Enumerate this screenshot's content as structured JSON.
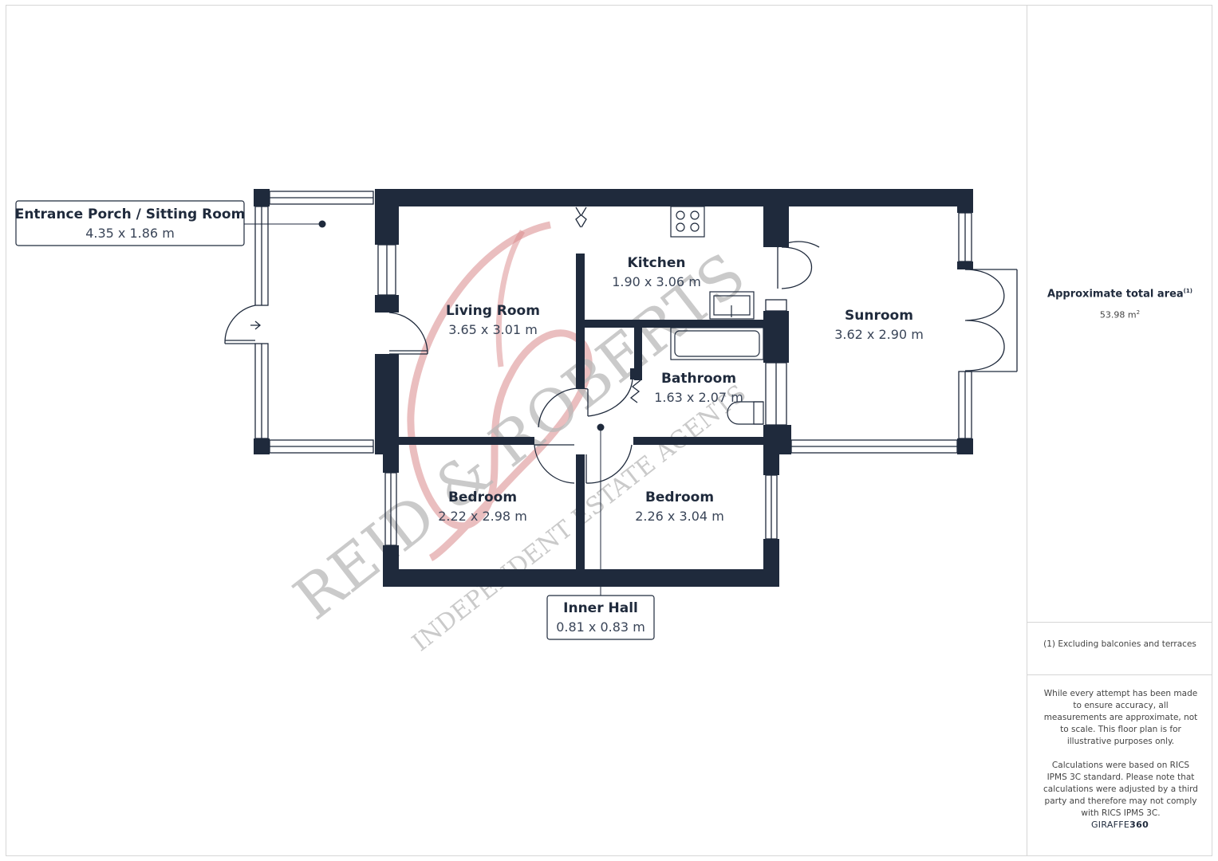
{
  "rooms": {
    "porch": {
      "name": "Entrance Porch / Sitting Room",
      "dims": "4.35 x 1.86 m"
    },
    "living": {
      "name": "Living Room",
      "dims": "3.65 x 3.01 m"
    },
    "kitchen": {
      "name": "Kitchen",
      "dims": "1.90 x 3.06 m"
    },
    "bathroom": {
      "name": "Bathroom",
      "dims": "1.63 x 2.07 m"
    },
    "sunroom": {
      "name": "Sunroom",
      "dims": "3.62 x 2.90 m"
    },
    "bedroom1": {
      "name": "Bedroom",
      "dims": "2.22 x 2.98 m"
    },
    "bedroom2": {
      "name": "Bedroom",
      "dims": "2.26 x 3.04 m"
    },
    "innerhall": {
      "name": "Inner Hall",
      "dims": "0.81 x 0.83 m"
    }
  },
  "sidebar": {
    "area_title": "Approximate total area",
    "area_sup": "(1)",
    "area_value": "53.98 m",
    "area_unit_sup": "2",
    "exclusion_note": "(1) Excluding balconies and terraces",
    "disclaimer_1": "While every attempt has been made to ensure accuracy, all measurements are approximate, not to scale. This floor plan is for illustrative purposes only.",
    "disclaimer_2": "Calculations were based on RICS IPMS 3C standard. Please note that calculations were adjusted by a third party and therefore may not comply with RICS IPMS 3C.",
    "brand_light": "GIRAFFE",
    "brand_bold": "360"
  },
  "watermark": {
    "line1": "REID & ROBERTS",
    "line2": "INDEPENDENT ESTATE AGENTS"
  },
  "colors": {
    "wall": "#1f2a3c",
    "text": "#1f2a3c",
    "watermark_accent": "#d9888a",
    "watermark_text": "#b9b9b9"
  }
}
